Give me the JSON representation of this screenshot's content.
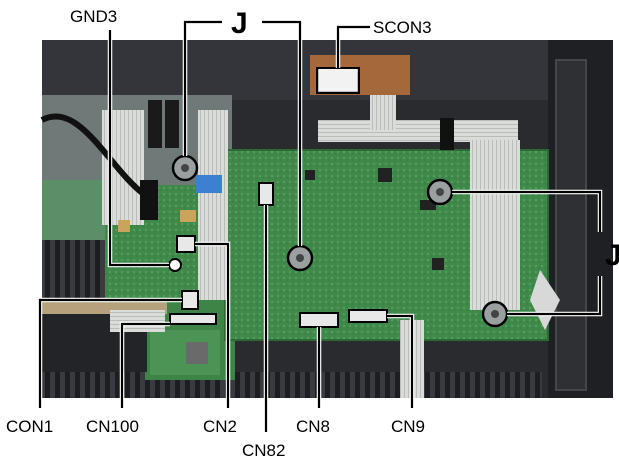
{
  "labels": {
    "gnd3": "GND3",
    "j_top": "J",
    "j_right": "J",
    "scon3": "SCON3",
    "con1": "CON1",
    "cn100": "CN100",
    "cn2": "CN2",
    "cn82": "CN82",
    "cn8": "CN8",
    "cn9": "CN9"
  },
  "colors": {
    "background": "#ffffff",
    "chassis_dark": "#2a2b2f",
    "pcb_green": "#3f8a4a",
    "pcb_green_light": "#5aa862",
    "ribbon_cable": "#d9dcd8",
    "sub_board_brown": "#a5683a",
    "label_text": "#000000"
  },
  "icons": {
    "screw": "screw-icon",
    "connector": "connector-icon"
  }
}
